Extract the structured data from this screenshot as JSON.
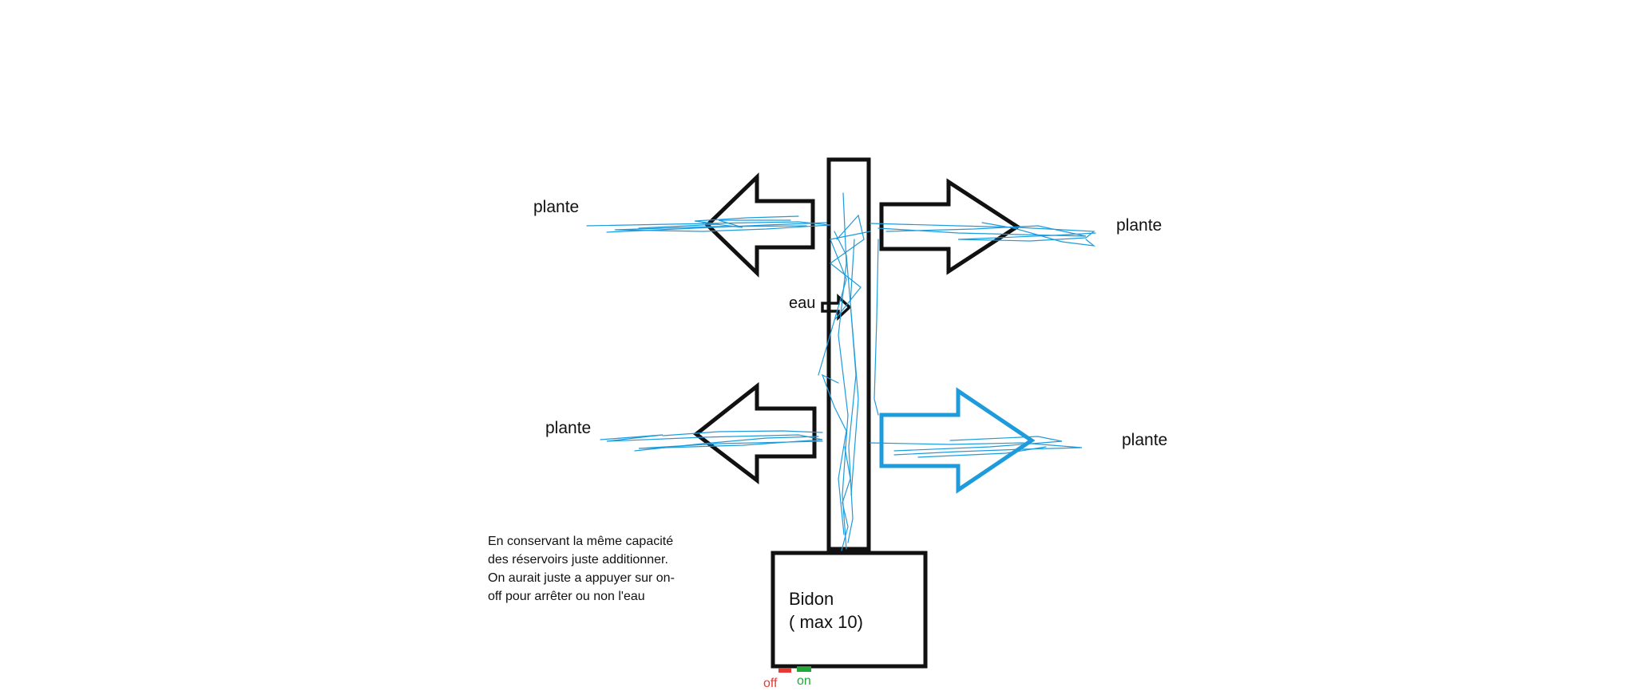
{
  "labels": {
    "plant_top_left": "plante",
    "plant_top_right": "plante",
    "plant_bottom_left": "plante",
    "plant_bottom_right": "plante",
    "water": "eau",
    "note_lines": [
      "En conservant la même capacité",
      "des réservoirs juste additionner.",
      "On aurait juste a appuyer sur on-",
      "off pour arrêter ou non l'eau"
    ],
    "tank_line1": "Bidon",
    "tank_line2": "( max 10)",
    "switch_off": "off",
    "switch_on": "on"
  },
  "colors": {
    "outline": "#111111",
    "water_scribble": "#1e9bdb",
    "highlight_arrow": "#1e9bdb",
    "off_indicator": "#e53935",
    "on_indicator": "#22a83a"
  }
}
